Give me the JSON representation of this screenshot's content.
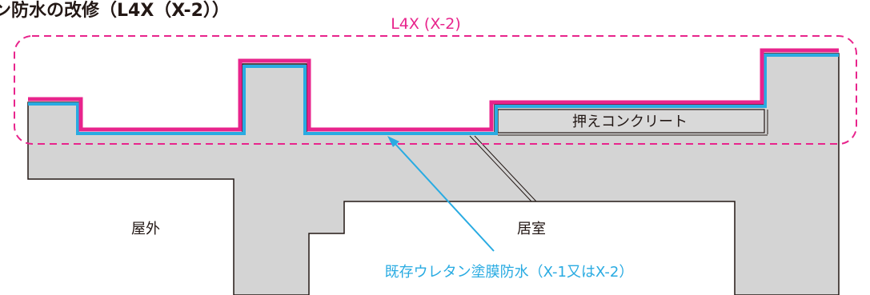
{
  "heading": "ン防水の改修（L4X（X-2））",
  "region_label": "L4X (X-2)",
  "labels": {
    "protective_concrete": "押えコンクリート",
    "outdoor": "屋外",
    "living_room": "居室",
    "existing_membrane": "既存ウレタン塗膜防水（X-1又はX-2）"
  },
  "colors": {
    "accent_magenta": "#e8248c",
    "membrane_blue": "#29abe2",
    "concrete_gray": "#d4d4d4",
    "outline": "#231815"
  }
}
